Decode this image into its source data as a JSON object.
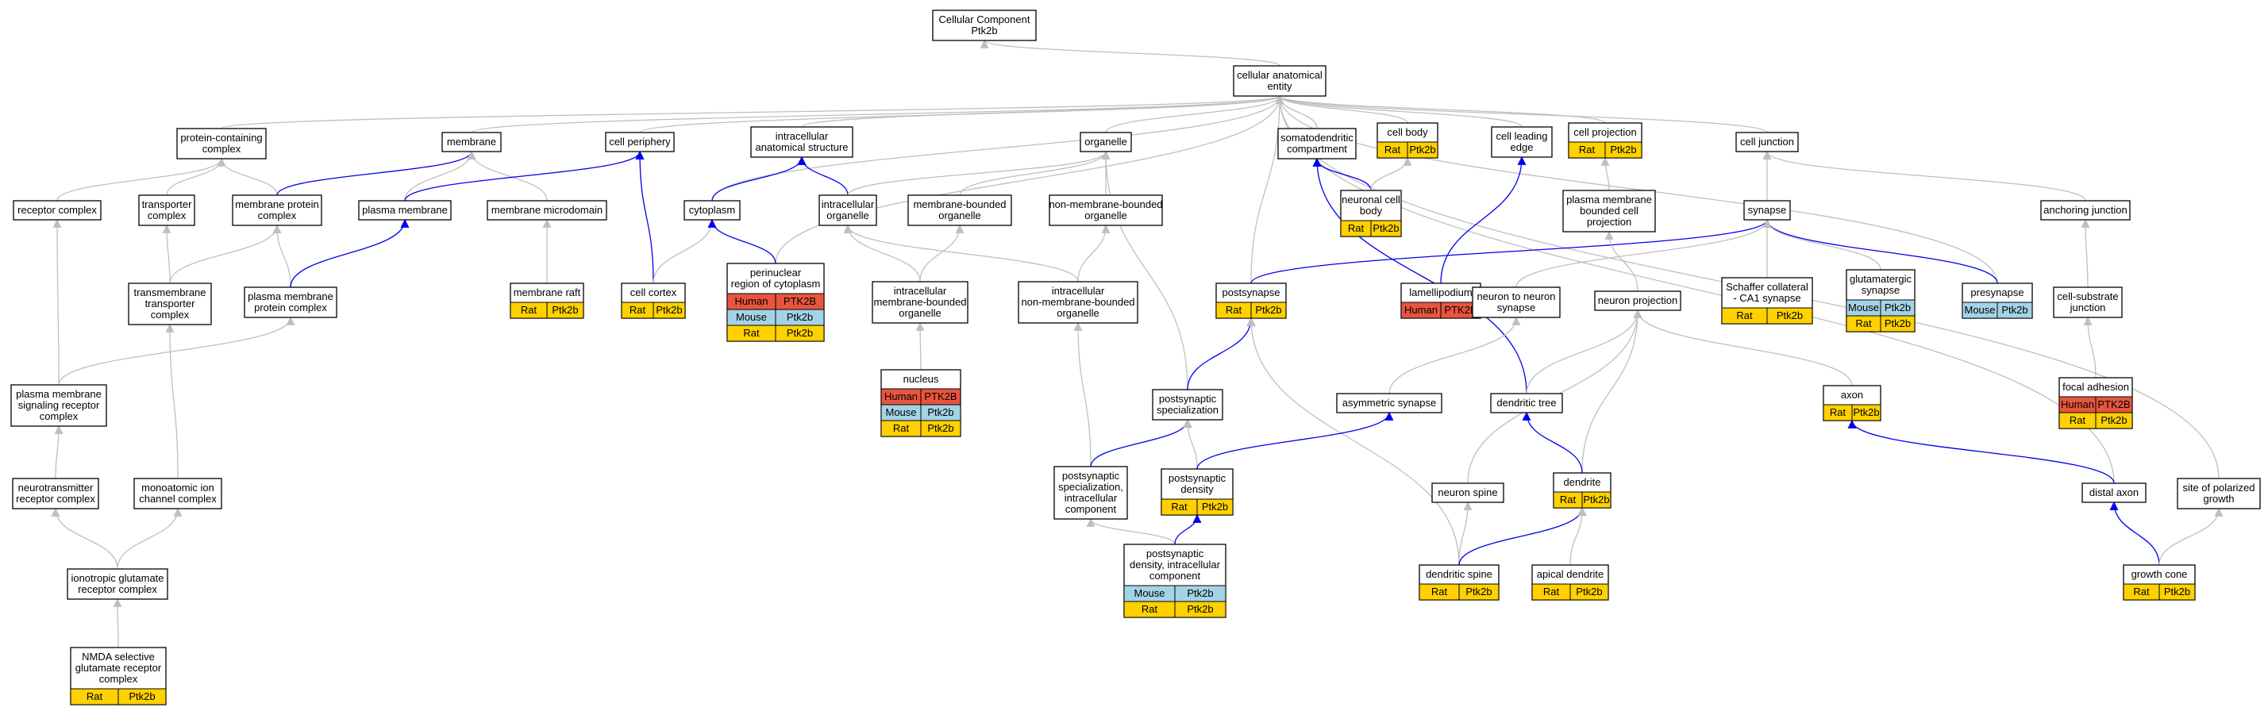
{
  "species_colors": {
    "Human": "#e8553e",
    "Mouse": "#a4d3e6",
    "Rat": "#ffd100"
  },
  "edge_colors": {
    "is_a": "#bfbfbf",
    "part_of": "#0000ee"
  },
  "nodes": {
    "root": {
      "lines": [
        "Cellular Component",
        "Ptk2b"
      ]
    },
    "cae": {
      "lines": [
        "cellular anatomical",
        "entity"
      ]
    },
    "pcc": {
      "lines": [
        "protein-containing",
        "complex"
      ]
    },
    "mem": {
      "lines": [
        "membrane"
      ]
    },
    "cper": {
      "lines": [
        "cell periphery"
      ]
    },
    "ias": {
      "lines": [
        "intracellular",
        "anatomical structure"
      ]
    },
    "org": {
      "lines": [
        "organelle"
      ]
    },
    "sdc": {
      "lines": [
        "somatodendritic",
        "compartment"
      ]
    },
    "cbody": {
      "lines": [
        "cell body"
      ],
      "rows": [
        [
          "Rat",
          "Ptk2b"
        ]
      ]
    },
    "cle": {
      "lines": [
        "cell leading",
        "edge"
      ]
    },
    "cproj": {
      "lines": [
        "cell projection"
      ],
      "rows": [
        [
          "Rat",
          "Ptk2b"
        ]
      ]
    },
    "cj": {
      "lines": [
        "cell junction"
      ]
    },
    "rc": {
      "lines": [
        "receptor complex"
      ]
    },
    "tc": {
      "lines": [
        "transporter",
        "complex"
      ]
    },
    "mpc": {
      "lines": [
        "membrane protein",
        "complex"
      ]
    },
    "pm": {
      "lines": [
        "plasma membrane"
      ]
    },
    "mm": {
      "lines": [
        "membrane microdomain"
      ]
    },
    "cyto": {
      "lines": [
        "cytoplasm"
      ]
    },
    "io": {
      "lines": [
        "intracellular",
        "organelle"
      ]
    },
    "mbo": {
      "lines": [
        "membrane-bounded",
        "organelle"
      ]
    },
    "nmbo": {
      "lines": [
        "non-membrane-bounded",
        "organelle"
      ]
    },
    "ncb": {
      "lines": [
        "neuronal cell",
        "body"
      ],
      "rows": [
        [
          "Rat",
          "Ptk2b"
        ]
      ]
    },
    "pmbcp": {
      "lines": [
        "plasma membrane",
        "bounded cell",
        "projection"
      ]
    },
    "syn": {
      "lines": [
        "synapse"
      ]
    },
    "aj": {
      "lines": [
        "anchoring junction"
      ]
    },
    "tmtc": {
      "lines": [
        "transmembrane",
        "transporter",
        "complex"
      ]
    },
    "pmpc": {
      "lines": [
        "plasma membrane",
        "protein complex"
      ]
    },
    "mraft": {
      "lines": [
        "membrane raft"
      ],
      "rows": [
        [
          "Rat",
          "Ptk2b"
        ]
      ]
    },
    "ccortex": {
      "lines": [
        "cell cortex"
      ],
      "rows": [
        [
          "Rat",
          "Ptk2b"
        ]
      ]
    },
    "prc": {
      "lines": [
        "perinuclear",
        "region of cytoplasm"
      ],
      "rows": [
        [
          "Human",
          "PTK2B"
        ],
        [
          "Mouse",
          "Ptk2b"
        ],
        [
          "Rat",
          "Ptk2b"
        ]
      ]
    },
    "imbo": {
      "lines": [
        "intracellular",
        "membrane-bounded",
        "organelle"
      ]
    },
    "inmbo": {
      "lines": [
        "intracellular",
        "non-membrane-bounded",
        "organelle"
      ]
    },
    "posts": {
      "lines": [
        "postsynapse"
      ],
      "rows": [
        [
          "Rat",
          "Ptk2b"
        ]
      ]
    },
    "lam": {
      "lines": [
        "lamellipodium"
      ],
      "rows": [
        [
          "Human",
          "PTK2B"
        ]
      ]
    },
    "n2n": {
      "lines": [
        "neuron to neuron",
        "synapse"
      ]
    },
    "nproj": {
      "lines": [
        "neuron projection"
      ]
    },
    "schaf": {
      "lines": [
        "Schaffer collateral",
        "- CA1 synapse"
      ],
      "rows": [
        [
          "Rat",
          "Ptk2b"
        ]
      ]
    },
    "glut": {
      "lines": [
        "glutamatergic",
        "synapse"
      ],
      "rows": [
        [
          "Mouse",
          "Ptk2b"
        ],
        [
          "Rat",
          "Ptk2b"
        ]
      ]
    },
    "pres": {
      "lines": [
        "presynapse"
      ],
      "rows": [
        [
          "Mouse",
          "Ptk2b"
        ]
      ]
    },
    "csj": {
      "lines": [
        "cell-substrate",
        "junction"
      ]
    },
    "pmsrc": {
      "lines": [
        "plasma membrane",
        "signaling receptor",
        "complex"
      ]
    },
    "nuc": {
      "lines": [
        "nucleus"
      ],
      "rows": [
        [
          "Human",
          "PTK2B"
        ],
        [
          "Mouse",
          "Ptk2b"
        ],
        [
          "Rat",
          "Ptk2b"
        ]
      ]
    },
    "pss": {
      "lines": [
        "postsynaptic",
        "specialization"
      ]
    },
    "asyn": {
      "lines": [
        "asymmetric synapse"
      ]
    },
    "dtree": {
      "lines": [
        "dendritic tree"
      ]
    },
    "axon": {
      "lines": [
        "axon"
      ],
      "rows": [
        [
          "Rat",
          "Ptk2b"
        ]
      ]
    },
    "fa": {
      "lines": [
        "focal adhesion"
      ],
      "rows": [
        [
          "Human",
          "PTK2B"
        ],
        [
          "Rat",
          "Ptk2b"
        ]
      ]
    },
    "ntrc": {
      "lines": [
        "neurotransmitter",
        "receptor complex"
      ]
    },
    "mic": {
      "lines": [
        "monoatomic ion",
        "channel complex"
      ]
    },
    "pssic": {
      "lines": [
        "postsynaptic",
        "specialization,",
        "intracellular",
        "component"
      ]
    },
    "psd": {
      "lines": [
        "postsynaptic",
        "density"
      ],
      "rows": [
        [
          "Rat",
          "Ptk2b"
        ]
      ]
    },
    "nspine": {
      "lines": [
        "neuron spine"
      ]
    },
    "dend": {
      "lines": [
        "dendrite"
      ],
      "rows": [
        [
          "Rat",
          "Ptk2b"
        ]
      ]
    },
    "daxon": {
      "lines": [
        "distal axon"
      ]
    },
    "spg": {
      "lines": [
        "site of polarized",
        "growth"
      ]
    },
    "igrc": {
      "lines": [
        "ionotropic glutamate",
        "receptor complex"
      ]
    },
    "psdic": {
      "lines": [
        "postsynaptic",
        "density, intracellular",
        "component"
      ],
      "rows": [
        [
          "Mouse",
          "Ptk2b"
        ],
        [
          "Rat",
          "Ptk2b"
        ]
      ]
    },
    "dspine": {
      "lines": [
        "dendritic spine"
      ],
      "rows": [
        [
          "Rat",
          "Ptk2b"
        ]
      ]
    },
    "apd": {
      "lines": [
        "apical dendrite"
      ],
      "rows": [
        [
          "Rat",
          "Ptk2b"
        ]
      ]
    },
    "gcone": {
      "lines": [
        "growth cone"
      ],
      "rows": [
        [
          "Rat",
          "Ptk2b"
        ]
      ]
    },
    "nmda": {
      "lines": [
        "NMDA selective",
        "glutamate receptor",
        "complex"
      ],
      "rows": [
        [
          "Rat",
          "Ptk2b"
        ]
      ]
    }
  },
  "edges": [
    [
      "cae",
      "root",
      "is_a"
    ],
    [
      "pcc",
      "cae",
      "is_a"
    ],
    [
      "mem",
      "cae",
      "is_a"
    ],
    [
      "cper",
      "cae",
      "is_a"
    ],
    [
      "ias",
      "cae",
      "is_a"
    ],
    [
      "org",
      "cae",
      "is_a"
    ],
    [
      "sdc",
      "cae",
      "is_a"
    ],
    [
      "cbody",
      "cae",
      "is_a"
    ],
    [
      "cle",
      "cae",
      "is_a"
    ],
    [
      "cproj",
      "cae",
      "is_a"
    ],
    [
      "cj",
      "cae",
      "is_a"
    ],
    [
      "cyto",
      "cae",
      "is_a"
    ],
    [
      "prc",
      "cae",
      "is_a"
    ],
    [
      "posts",
      "cae",
      "is_a"
    ],
    [
      "pres",
      "cae",
      "is_a"
    ],
    [
      "daxon",
      "cae",
      "is_a"
    ],
    [
      "spg",
      "cae",
      "is_a"
    ],
    [
      "rc",
      "pcc",
      "is_a"
    ],
    [
      "tc",
      "pcc",
      "is_a"
    ],
    [
      "mpc",
      "pcc",
      "is_a"
    ],
    [
      "mpc",
      "mem",
      "part_of"
    ],
    [
      "pm",
      "mem",
      "is_a"
    ],
    [
      "mm",
      "mem",
      "is_a"
    ],
    [
      "pm",
      "cper",
      "part_of"
    ],
    [
      "ccortex",
      "cper",
      "part_of"
    ],
    [
      "cyto",
      "ias",
      "part_of"
    ],
    [
      "io",
      "ias",
      "part_of"
    ],
    [
      "io",
      "org",
      "is_a"
    ],
    [
      "mbo",
      "org",
      "is_a"
    ],
    [
      "nmbo",
      "org",
      "is_a"
    ],
    [
      "pss",
      "org",
      "is_a"
    ],
    [
      "ncb",
      "sdc",
      "part_of"
    ],
    [
      "dtree",
      "sdc",
      "part_of"
    ],
    [
      "ncb",
      "cbody",
      "is_a"
    ],
    [
      "lam",
      "cle",
      "part_of"
    ],
    [
      "pmbcp",
      "cproj",
      "is_a"
    ],
    [
      "syn",
      "cj",
      "is_a"
    ],
    [
      "aj",
      "cj",
      "is_a"
    ],
    [
      "tmtc",
      "tc",
      "is_a"
    ],
    [
      "tmtc",
      "mpc",
      "is_a"
    ],
    [
      "pmpc",
      "mpc",
      "is_a"
    ],
    [
      "pmpc",
      "pm",
      "part_of"
    ],
    [
      "pmsrc",
      "rc",
      "is_a"
    ],
    [
      "pmsrc",
      "pmpc",
      "is_a"
    ],
    [
      "mraft",
      "mm",
      "is_a"
    ],
    [
      "ccortex",
      "cyto",
      "is_a"
    ],
    [
      "prc",
      "cyto",
      "part_of"
    ],
    [
      "imbo",
      "io",
      "is_a"
    ],
    [
      "imbo",
      "mbo",
      "is_a"
    ],
    [
      "inmbo",
      "io",
      "is_a"
    ],
    [
      "inmbo",
      "nmbo",
      "is_a"
    ],
    [
      "nuc",
      "imbo",
      "is_a"
    ],
    [
      "pssic",
      "inmbo",
      "is_a"
    ],
    [
      "posts",
      "syn",
      "part_of"
    ],
    [
      "pres",
      "syn",
      "part_of"
    ],
    [
      "n2n",
      "syn",
      "is_a"
    ],
    [
      "schaf",
      "syn",
      "is_a"
    ],
    [
      "glut",
      "syn",
      "is_a"
    ],
    [
      "nproj",
      "pmbcp",
      "is_a"
    ],
    [
      "csj",
      "aj",
      "is_a"
    ],
    [
      "fa",
      "csj",
      "is_a"
    ],
    [
      "pss",
      "posts",
      "part_of"
    ],
    [
      "dspine",
      "posts",
      "is_a"
    ],
    [
      "asyn",
      "n2n",
      "is_a"
    ],
    [
      "dtree",
      "nproj",
      "is_a"
    ],
    [
      "axon",
      "nproj",
      "is_a"
    ],
    [
      "nspine",
      "nproj",
      "is_a"
    ],
    [
      "dend",
      "nproj",
      "is_a"
    ],
    [
      "ntrc",
      "pmsrc",
      "is_a"
    ],
    [
      "igrc",
      "ntrc",
      "is_a"
    ],
    [
      "igrc",
      "mic",
      "is_a"
    ],
    [
      "mic",
      "tmtc",
      "is_a"
    ],
    [
      "nmda",
      "igrc",
      "is_a"
    ],
    [
      "pssic",
      "pss",
      "part_of"
    ],
    [
      "psd",
      "pss",
      "is_a"
    ],
    [
      "psd",
      "asyn",
      "part_of"
    ],
    [
      "dend",
      "dtree",
      "part_of"
    ],
    [
      "daxon",
      "axon",
      "part_of"
    ],
    [
      "psdic",
      "pssic",
      "is_a"
    ],
    [
      "psdic",
      "psd",
      "part_of"
    ],
    [
      "dspine",
      "nspine",
      "is_a"
    ],
    [
      "dspine",
      "dend",
      "part_of"
    ],
    [
      "apd",
      "dend",
      "is_a"
    ],
    [
      "gcone",
      "daxon",
      "part_of"
    ],
    [
      "gcone",
      "spg",
      "is_a"
    ]
  ]
}
